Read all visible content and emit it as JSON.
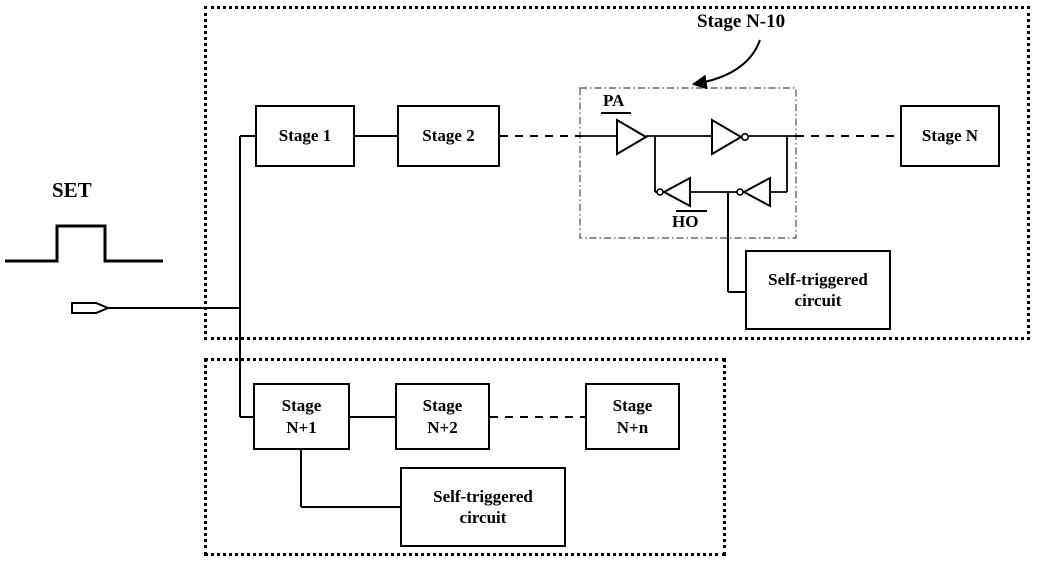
{
  "figure": {
    "set_label": "SET",
    "stage_n10_label": "Stage N-10",
    "pa_label": "PA",
    "ho_label": "HO"
  },
  "boxes": {
    "stage1": {
      "label": "Stage 1"
    },
    "stage2": {
      "label": "Stage 2"
    },
    "stage_n": {
      "label": "Stage N"
    },
    "stage_n1": {
      "lines": [
        "Stage",
        "N+1"
      ]
    },
    "stage_n2": {
      "lines": [
        "Stage",
        "N+2"
      ]
    },
    "stage_nn": {
      "lines": [
        "Stage",
        "N+n"
      ]
    },
    "self_triggered_top": {
      "lines": [
        "Self-triggered",
        "circuit"
      ]
    },
    "self_triggered_bottom": {
      "lines": [
        "Self-triggered",
        "circuit"
      ]
    }
  },
  "colors": {
    "stroke": "#000000",
    "detail_box_stroke": "#666666",
    "background": "#ffffff"
  }
}
